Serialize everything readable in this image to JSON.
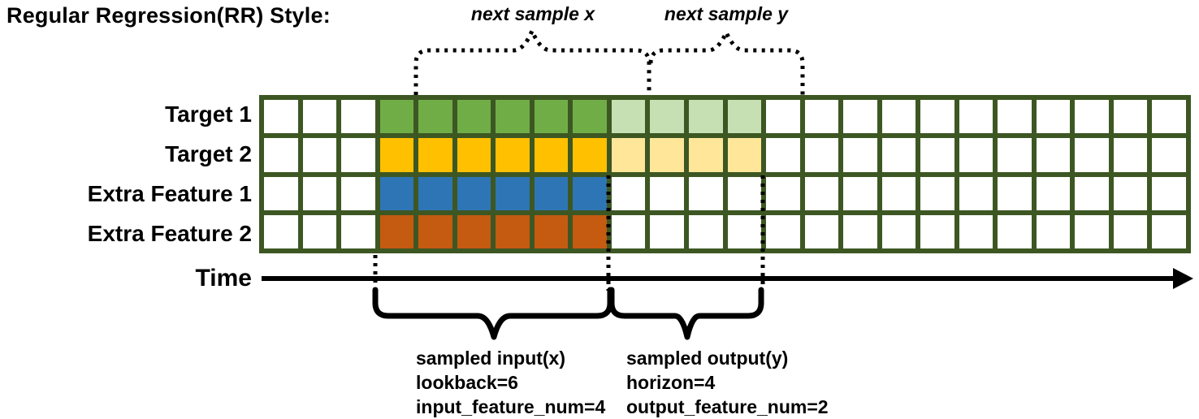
{
  "title": "Regular Regression(RR) Style:",
  "annotations": {
    "next_sample_x": "next sample x",
    "next_sample_y": "next sample y",
    "input_window": {
      "line1": "sampled input(x)",
      "line2": "lookback=6",
      "line3": "input_feature_num=4"
    },
    "output_window": {
      "line1": "sampled output(y)",
      "line2": "horizon=4",
      "line3": "output_feature_num=2"
    }
  },
  "time_axis": {
    "label": "Time"
  },
  "grid": {
    "columns": 24,
    "rows": [
      {
        "label": "Target 1",
        "cells": [
          "empty",
          "empty",
          "empty",
          "target1_input",
          "target1_input",
          "target1_input",
          "target1_input",
          "target1_input",
          "target1_input",
          "target1_output",
          "target1_output",
          "target1_output",
          "target1_output",
          "empty",
          "empty",
          "empty",
          "empty",
          "empty",
          "empty",
          "empty",
          "empty",
          "empty",
          "empty",
          "empty"
        ]
      },
      {
        "label": "Target 2",
        "cells": [
          "empty",
          "empty",
          "empty",
          "target2_input",
          "target2_input",
          "target2_input",
          "target2_input",
          "target2_input",
          "target2_input",
          "target2_output",
          "target2_output",
          "target2_output",
          "target2_output",
          "empty",
          "empty",
          "empty",
          "empty",
          "empty",
          "empty",
          "empty",
          "empty",
          "empty",
          "empty",
          "empty"
        ]
      },
      {
        "label": "Extra Feature 1",
        "cells": [
          "empty",
          "empty",
          "empty",
          "extra1_input",
          "extra1_input",
          "extra1_input",
          "extra1_input",
          "extra1_input",
          "extra1_input",
          "empty",
          "empty",
          "empty",
          "empty",
          "empty",
          "empty",
          "empty",
          "empty",
          "empty",
          "empty",
          "empty",
          "empty",
          "empty",
          "empty",
          "empty"
        ]
      },
      {
        "label": "Extra Feature 2",
        "cells": [
          "empty",
          "empty",
          "empty",
          "extra2_input",
          "extra2_input",
          "extra2_input",
          "extra2_input",
          "extra2_input",
          "extra2_input",
          "empty",
          "empty",
          "empty",
          "empty",
          "empty",
          "empty",
          "empty",
          "empty",
          "empty",
          "empty",
          "empty",
          "empty",
          "empty",
          "empty",
          "empty"
        ]
      }
    ]
  },
  "colors": {
    "grid_line": "#3d5723",
    "annotation": "#000000",
    "cells": {
      "empty": "#ffffff",
      "target1_input": "#70ad47",
      "target1_output": "#c6e0b4",
      "target2_input": "#ffc000",
      "target2_output": "#ffe699",
      "extra1_input": "#2e75b6",
      "extra2_input": "#c55a11"
    }
  }
}
